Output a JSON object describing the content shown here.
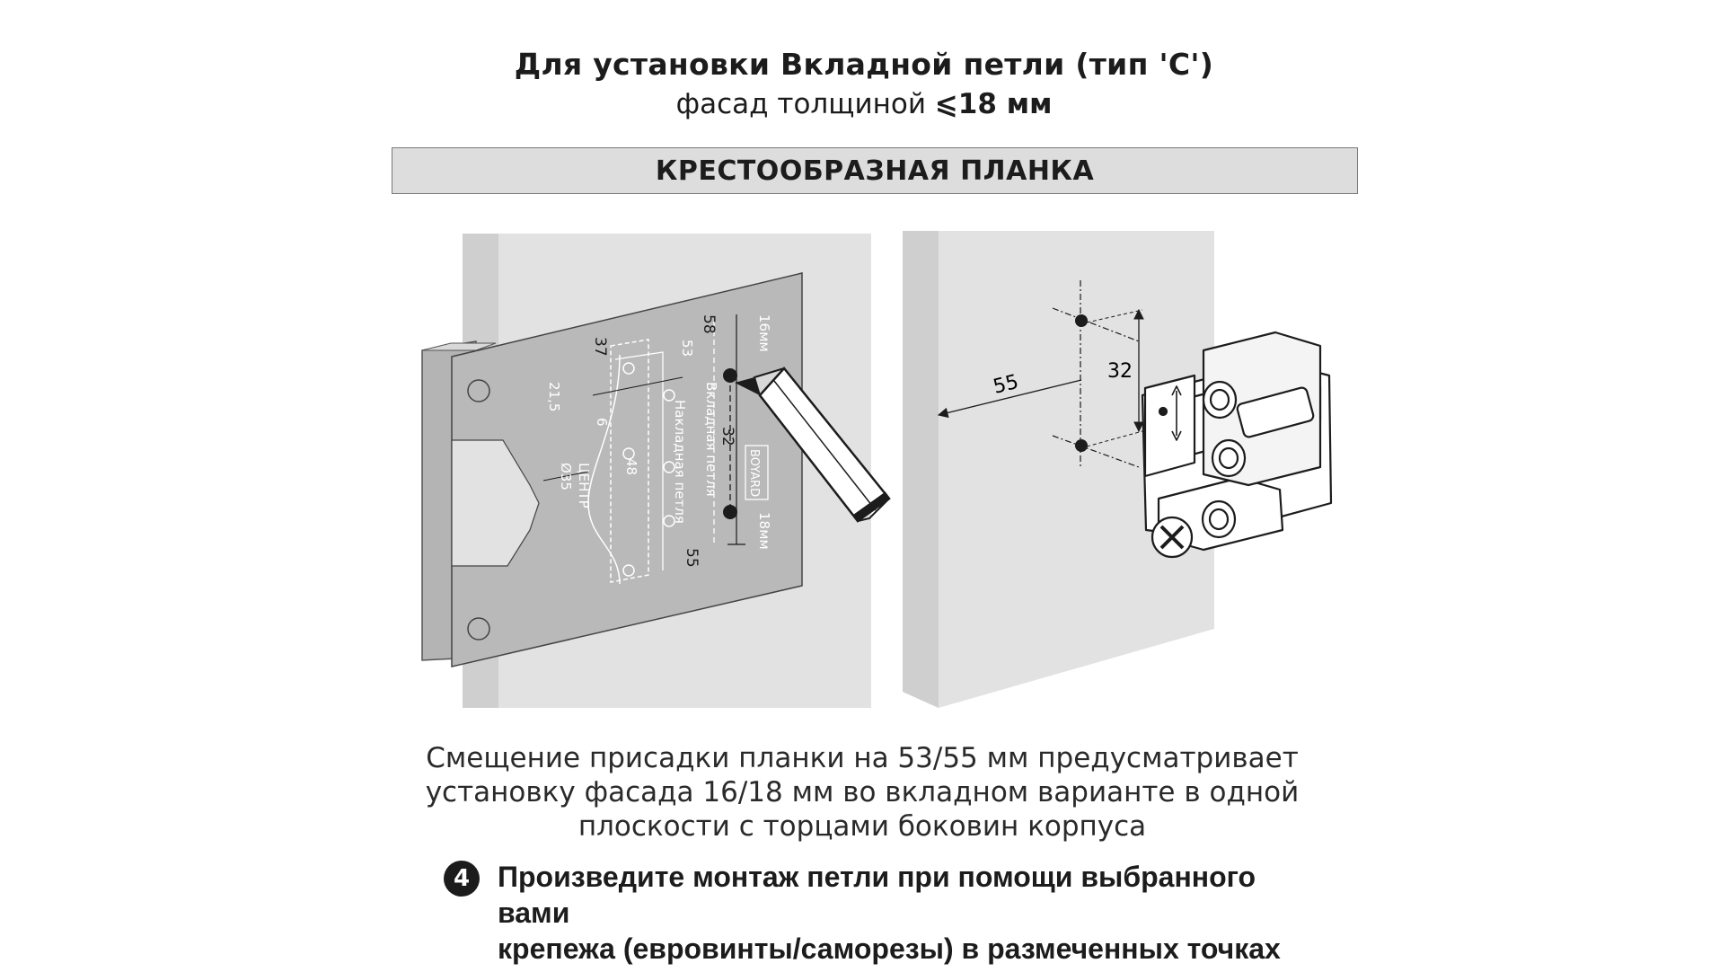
{
  "header": {
    "title": "Для установки Вкладной петли (тип 'C')",
    "subtitle_prefix": "фасад толщиной ",
    "subtitle_value": "⩽18 мм"
  },
  "banner": {
    "label": "КРЕСТООБРАЗНАЯ ПЛАНКА"
  },
  "template_labels": {
    "t16": "16мм",
    "t18": "18мм",
    "t58": "58",
    "t53": "53",
    "t37": "37",
    "t215": "21,5",
    "t6": "6",
    "t48": "48",
    "t32": "32",
    "t55": "55",
    "center": "ЦЕНТР",
    "diam": "Ø35",
    "inset": "Вкладная петля",
    "overlay": "Накладная петля",
    "brand": "BOYARD"
  },
  "mount_labels": {
    "d55": "55",
    "d32": "32"
  },
  "description": {
    "line1": "Смещение присадки планки на 53/55 мм предусматривает",
    "line2": "установку фасада 16/18 мм во вкладном варианте в одной",
    "line3": "плоскости с торцами боковин корпуса"
  },
  "step": {
    "number": "4",
    "line1": "Произведите монтаж петли при помощи выбранного вами",
    "line2": "крепежа (евровинты/саморезы) в размеченных точках"
  },
  "colors": {
    "panel": "#e2e2e2",
    "edge": "#cfcfcf",
    "template": "#b9b9b9",
    "ink": "#1c1c1c"
  }
}
